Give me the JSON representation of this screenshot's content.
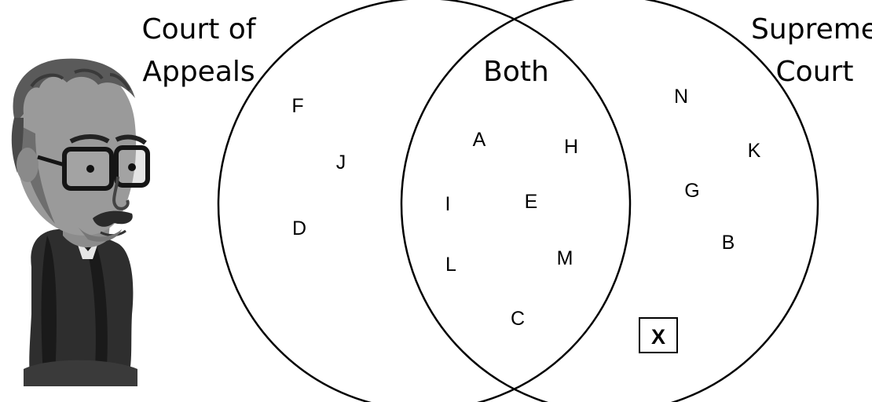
{
  "diagram": {
    "left_set": {
      "title_line1": "Court of",
      "title_line2": "Appeals",
      "items": [
        "F",
        "J",
        "D"
      ]
    },
    "overlap": {
      "title": "Both",
      "items": [
        "A",
        "H",
        "I",
        "E",
        "L",
        "M",
        "C"
      ]
    },
    "right_set": {
      "title_line1": "Supreme",
      "title_line2": "Court",
      "items": [
        "N",
        "K",
        "G",
        "B"
      ]
    },
    "marker": {
      "label": "X"
    }
  },
  "illustration": {
    "icon": "judge-cartoon-icon"
  },
  "colors": {
    "stroke": "#000000",
    "background": "#ffffff"
  }
}
